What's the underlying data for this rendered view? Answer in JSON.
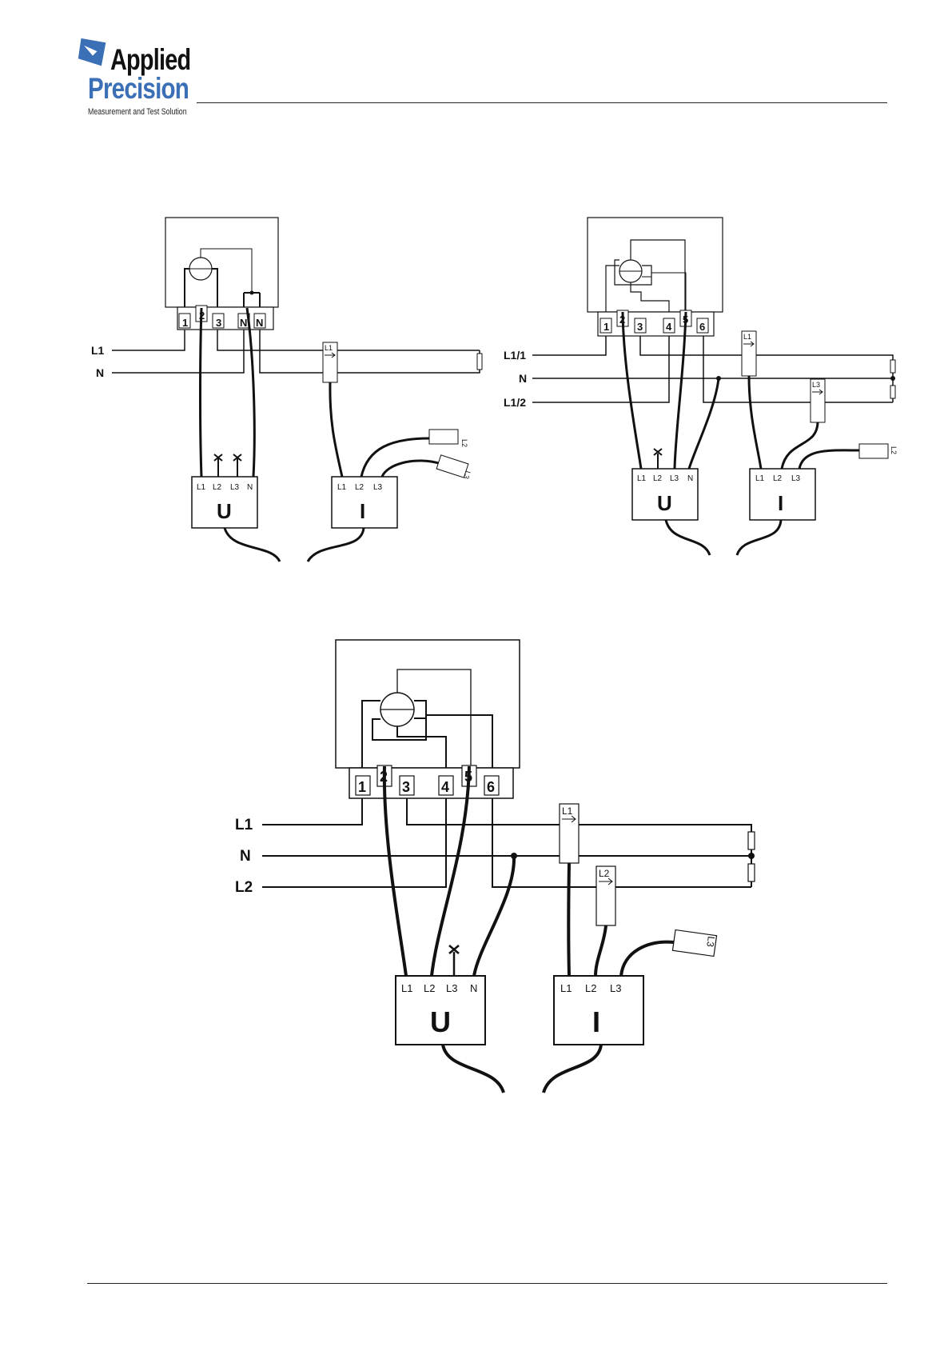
{
  "header": {
    "brand_line1": "Applied",
    "brand_line2": "Precision",
    "tagline": "Measurement and Test Solution",
    "brand_color": "#3b6fb6"
  },
  "diagram_a": {
    "terminals": [
      "1",
      "2",
      "3",
      "N",
      "N"
    ],
    "lines": [
      "L1",
      "N"
    ],
    "clamp_labels": [
      "L1",
      "L2",
      "L3"
    ],
    "u_box": {
      "title": "U",
      "inputs": [
        "L1",
        "L2",
        "L3",
        "N"
      ]
    },
    "i_box": {
      "title": "I",
      "inputs": [
        "L1",
        "L2",
        "L3"
      ]
    }
  },
  "diagram_b": {
    "terminals": [
      "1",
      "2",
      "3",
      "4",
      "5",
      "6"
    ],
    "lines": [
      "L1/1",
      "N",
      "L1/2"
    ],
    "clamp_labels": [
      "L1",
      "L3",
      "L2"
    ],
    "u_box": {
      "title": "U",
      "inputs": [
        "L1",
        "L2",
        "L3",
        "N"
      ]
    },
    "i_box": {
      "title": "I",
      "inputs": [
        "L1",
        "L2",
        "L3"
      ]
    }
  },
  "diagram_c": {
    "terminals": [
      "1",
      "2",
      "3",
      "4",
      "5",
      "6"
    ],
    "lines": [
      "L1",
      "N",
      "L2"
    ],
    "clamp_labels": [
      "L1",
      "L2",
      "L3"
    ],
    "u_box": {
      "title": "U",
      "inputs": [
        "L1",
        "L2",
        "L3",
        "N"
      ]
    },
    "i_box": {
      "title": "I",
      "inputs": [
        "L1",
        "L2",
        "L3"
      ]
    }
  }
}
